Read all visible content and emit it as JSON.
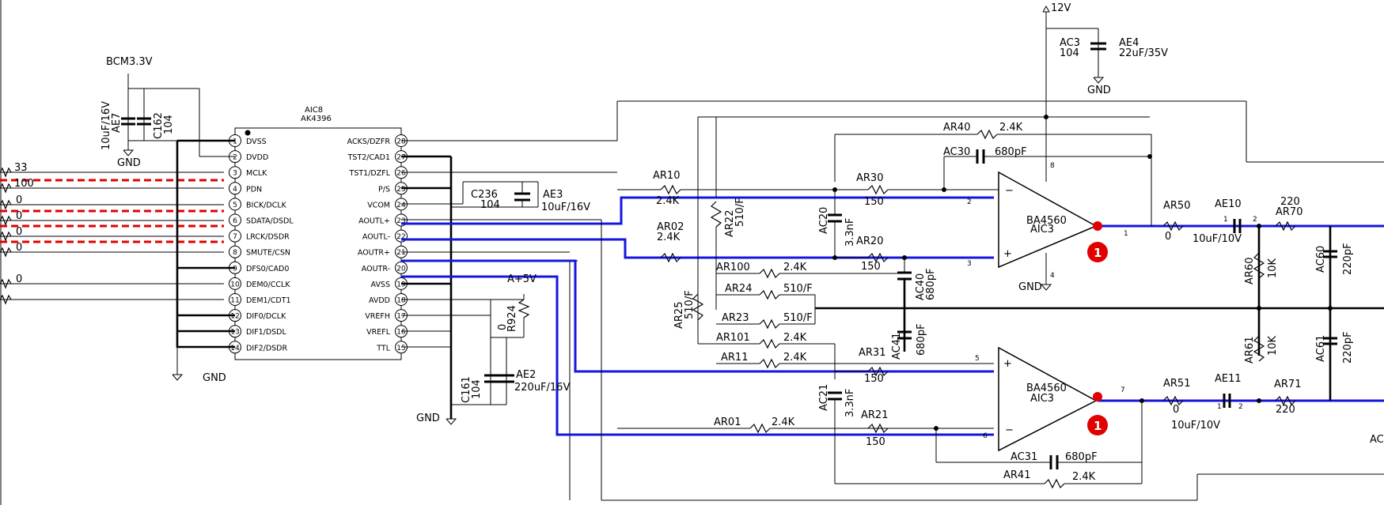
{
  "ic_dac": {
    "ref": "AIC8",
    "part": "AK4396",
    "left_pins": [
      {
        "num": "1",
        "name": "DVSS"
      },
      {
        "num": "2",
        "name": "DVDD"
      },
      {
        "num": "3",
        "name": "MCLK"
      },
      {
        "num": "4",
        "name": "PDN"
      },
      {
        "num": "5",
        "name": "BICK/DCLK"
      },
      {
        "num": "6",
        "name": "SDATA/DSDL"
      },
      {
        "num": "7",
        "name": "LRCK/DSDR"
      },
      {
        "num": "8",
        "name": "SMUTE/CSN"
      },
      {
        "num": "9",
        "name": "DFS0/CAD0"
      },
      {
        "num": "10",
        "name": "DEM0/CCLK"
      },
      {
        "num": "11",
        "name": "DEM1/CDT1"
      },
      {
        "num": "12",
        "name": "DIF0/DCLK"
      },
      {
        "num": "13",
        "name": "DIF1/DSDL"
      },
      {
        "num": "14",
        "name": "DIF2/DSDR"
      }
    ],
    "right_pins": [
      {
        "num": "28",
        "name": "ACKS/DZFR"
      },
      {
        "num": "27",
        "name": "TST2/CAD1"
      },
      {
        "num": "26",
        "name": "TST1/DZFL"
      },
      {
        "num": "25",
        "name": "P/S"
      },
      {
        "num": "24",
        "name": "VCOM"
      },
      {
        "num": "23",
        "name": "AOUTL+"
      },
      {
        "num": "22",
        "name": "AOUTL-"
      },
      {
        "num": "21",
        "name": "AOUTR+"
      },
      {
        "num": "20",
        "name": "AOUTR-"
      },
      {
        "num": "19",
        "name": "AVSS"
      },
      {
        "num": "18",
        "name": "AVDD"
      },
      {
        "num": "17",
        "name": "VREFH"
      },
      {
        "num": "16",
        "name": "VREFL"
      },
      {
        "num": "15",
        "name": "TTL"
      }
    ]
  },
  "power": {
    "bcm33": "BCM3.3V",
    "v12": "12V",
    "a5v": "A+5V"
  },
  "ground": {
    "gnd_left": "GND",
    "gnd_mid": "GND",
    "gnd_ic": "GND",
    "gnd_top": "GND",
    "gnd_op": "GND"
  },
  "input_resistors": {
    "r33": "33",
    "r100": "100",
    "r0a": "0",
    "r0b": "0",
    "r0c": "0",
    "r0d": "0",
    "r0e": "0"
  },
  "components": {
    "ae7_ref": "AE7",
    "ae7_val": "10uF/16V",
    "c162_ref": "C162",
    "c162_val": "104",
    "c236_ref": "C236",
    "c236_val": "104",
    "ae3_ref": "AE3",
    "ae3_val": "10uF/16V",
    "c161_ref": "C161",
    "c161_val": "104",
    "ae2_ref": "AE2",
    "ae2_val": "220uF/16V",
    "r924_ref": "R924",
    "r924_val": "0",
    "ac3_ref": "AC3",
    "ac3_val": "104",
    "ae4_ref": "AE4",
    "ae4_val": "22uF/35V",
    "ar10_ref": "AR10",
    "ar10_val": "2.4K",
    "ar02_ref": "AR02",
    "ar02_val": "2.4K",
    "ar22_ref": "AR22",
    "ar22_val": "510/F",
    "ar25_ref": "AR25",
    "ar25_val": "510/F",
    "ar40_ref": "AR40",
    "ar40_val": "2.4K",
    "ac30_ref": "AC30",
    "ac30_val": "680pF",
    "ar30_ref": "AR30",
    "ar30_val": "150",
    "ar20_ref": "AR20",
    "ar20_val": "150",
    "ac20_ref": "AC20",
    "ac20_val": "3.3nF",
    "ac40_ref": "AC40",
    "ac40_val": "680pF",
    "ar100_ref": "AR100",
    "ar100_val": "2.4K",
    "ar24_ref": "AR24",
    "ar24_val": "510/F",
    "ar23_ref": "AR23",
    "ar23_val": "510/F",
    "ar101_ref": "AR101",
    "ar101_val": "2.4K",
    "ar11_ref": "AR11",
    "ar11_val": "2.4K",
    "ar31_ref": "AR31",
    "ar31_val": "150",
    "ac41_ref": "AC41",
    "ac41_val": "680pF",
    "ac21_ref": "AC21",
    "ac21_val": "3.3nF",
    "ar01_ref": "AR01",
    "ar01_val": "2.4K",
    "ar21_ref": "AR21",
    "ar21_val": "150",
    "ac31_ref": "AC31",
    "ac31_val": "680pF",
    "ar41_ref": "AR41",
    "ar41_val": "2.4K",
    "ar50_ref": "AR50",
    "ar50_val": "0",
    "ae10_ref": "AE10",
    "ae10_val": "10uF/10V",
    "ar70_ref": "AR70",
    "ar70_val": "220",
    "ar60_ref": "AR60",
    "ar60_val": "10K",
    "ac60_ref": "AC60",
    "ac60_val": "220pF",
    "ar51_ref": "AR51",
    "ar51_val": "0",
    "ae11_ref": "AE11",
    "ae11_val": "10uF/10V",
    "ar71_ref": "AR71",
    "ar71_val": "220",
    "ar61_ref": "AR61",
    "ar61_val": "10K",
    "ac61_ref": "AC61",
    "ac61_val": "220pF",
    "ac_cut": "AC"
  },
  "opamp_top": {
    "part": "BA4560",
    "ref": "AIC3",
    "pin_inv": "2",
    "pin_noninv": "3",
    "pin_out": "1",
    "pin_vplus": "8",
    "pin_vminus": "4",
    "minus": "−",
    "plus": "+"
  },
  "opamp_bot": {
    "part": "BA4560",
    "ref": "AIC3",
    "pin_noninv": "5",
    "pin_inv": "6",
    "pin_out": "7",
    "minus": "−",
    "plus": "+"
  },
  "markers": {
    "m1": "1",
    "m2": "1"
  },
  "cap_pins": {
    "ae10_p1": "1",
    "ae10_p2": "2",
    "ae11_p1": "1",
    "ae11_p2": "2"
  }
}
